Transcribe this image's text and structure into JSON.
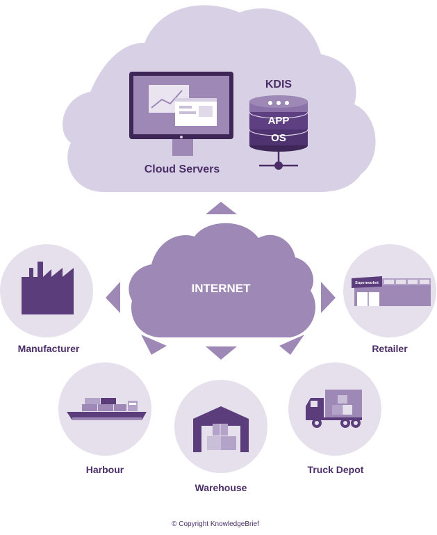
{
  "cloud": {
    "title": "Cloud Servers",
    "server_stack": {
      "name": "KDIS",
      "layers": [
        "APP",
        "OS"
      ]
    }
  },
  "internet": {
    "label": "INTERNET"
  },
  "nodes": {
    "manufacturer": {
      "label": "Manufacturer",
      "icon": "factory-icon"
    },
    "retailer": {
      "label": "Retailer",
      "icon": "supermarket-icon",
      "sign": "Supermarket"
    },
    "harbour": {
      "label": "Harbour",
      "icon": "cargo-ship-icon"
    },
    "warehouse": {
      "label": "Warehouse",
      "icon": "warehouse-icon"
    },
    "truck_depot": {
      "label": "Truck Depot",
      "icon": "truck-icon"
    }
  },
  "footer": {
    "copyright": "© Copyright KnowledgeBrief"
  },
  "colors": {
    "light_lavender": "#d8d0e4",
    "circle_fill": "#e5e0ec",
    "mid_purple": "#9d88b6",
    "dark_purple": "#5a3d7a",
    "deep_purple": "#3e2657",
    "text_purple": "#4b2e68"
  }
}
